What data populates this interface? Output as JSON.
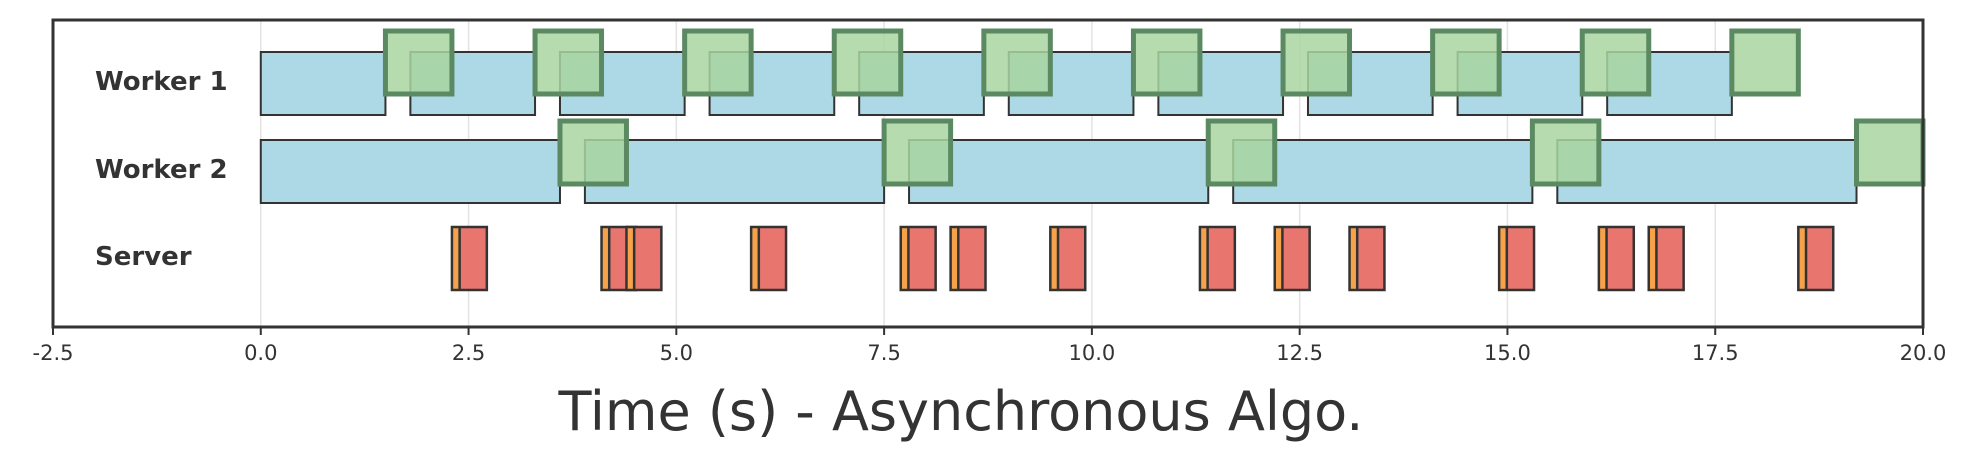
{
  "chart_data": {
    "type": "gantt",
    "xlabel": "Time (s) - Asynchronous Algo.",
    "xlim": [
      -2.5,
      20.0
    ],
    "x_ticks": [
      "-2.5",
      "0.0",
      "2.5",
      "5.0",
      "7.5",
      "10.0",
      "12.5",
      "15.0",
      "17.5",
      "20.0"
    ],
    "x_tick_values": [
      -2.5,
      0.0,
      2.5,
      5.0,
      7.5,
      10.0,
      12.5,
      15.0,
      17.5,
      20.0
    ],
    "grid": "vertical",
    "rows": [
      "Worker 1",
      "Worker 2",
      "Server"
    ],
    "colors": {
      "compute_fill": "#ADD8E6",
      "compute_edge": "#333333",
      "comm_fill": "#A8D5A0",
      "comm_edge": "#5B8A62",
      "server_orange": "#F5A24B",
      "server_red": "#E8756E",
      "text": "#333333",
      "grid": "#E3E3E3"
    },
    "worker1": {
      "compute": [
        [
          0.0,
          1.5
        ],
        [
          1.8,
          3.3
        ],
        [
          3.6,
          5.1
        ],
        [
          5.4,
          6.9
        ],
        [
          7.2,
          8.7
        ],
        [
          9.0,
          10.5
        ],
        [
          10.8,
          12.3
        ],
        [
          12.6,
          14.1
        ],
        [
          14.4,
          15.9
        ],
        [
          16.2,
          17.7
        ]
      ],
      "comm": [
        [
          1.5,
          2.3
        ],
        [
          3.3,
          4.1
        ],
        [
          5.1,
          5.9
        ],
        [
          6.9,
          7.7
        ],
        [
          8.7,
          9.5
        ],
        [
          10.5,
          11.3
        ],
        [
          12.3,
          13.1
        ],
        [
          14.1,
          14.9
        ],
        [
          15.9,
          16.7
        ],
        [
          17.7,
          18.5
        ]
      ]
    },
    "worker2": {
      "compute": [
        [
          0.0,
          3.6
        ],
        [
          3.9,
          7.5
        ],
        [
          7.8,
          11.4
        ],
        [
          11.7,
          15.3
        ],
        [
          15.6,
          19.2
        ]
      ],
      "comm": [
        [
          3.6,
          4.4
        ],
        [
          7.5,
          8.3
        ],
        [
          11.4,
          12.2
        ],
        [
          15.3,
          16.1
        ],
        [
          19.2,
          20.0
        ]
      ]
    },
    "server": [
      2.3,
      4.1,
      4.4,
      5.9,
      7.7,
      8.3,
      9.5,
      11.3,
      12.2,
      13.1,
      14.9,
      16.1,
      16.7,
      18.5
    ],
    "server_op_duration": 0.42,
    "server_orange_fraction": 0.22
  }
}
